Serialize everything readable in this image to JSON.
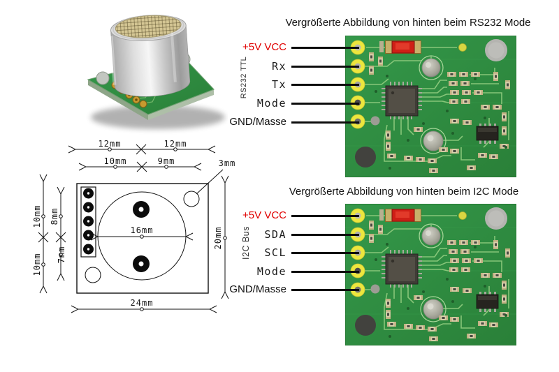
{
  "colors": {
    "pcb_green": "#2f9342",
    "trace_green": "#8cc97c",
    "pad_yellow": "#ece63e",
    "led_red": "#cf1f16",
    "label_red": "#e00000",
    "annotation_line": "#0d0d0d"
  },
  "rs232_block": {
    "title": "Vergrößerte Abbildung von hinten beim RS232 Mode",
    "side_label": "RS232 TTL",
    "pins": [
      {
        "label": "+5V VCC"
      },
      {
        "label": "Rx"
      },
      {
        "label": "Tx"
      },
      {
        "label": "Mode"
      },
      {
        "label": "GND/Masse"
      }
    ]
  },
  "i2c_block": {
    "title": "Vergrößerte Abbildung von hinten beim  I2C Mode",
    "side_label": "I2C Bus",
    "pins": [
      {
        "label": "+5V VCC"
      },
      {
        "label": "SDA"
      },
      {
        "label": "SCL"
      },
      {
        "label": "Mode"
      },
      {
        "label": "GND/Masse"
      }
    ]
  },
  "dimension_drawing": {
    "top_row": [
      "12mm",
      "12mm"
    ],
    "second_row": [
      "10mm",
      "9mm"
    ],
    "hole_diameter": "3mm",
    "sensor_diameter": "16mm",
    "board_width": "24mm",
    "board_height": "20mm",
    "left_outer": [
      "10mm",
      "10mm"
    ],
    "left_inner": [
      "8mm",
      "7mm"
    ]
  }
}
